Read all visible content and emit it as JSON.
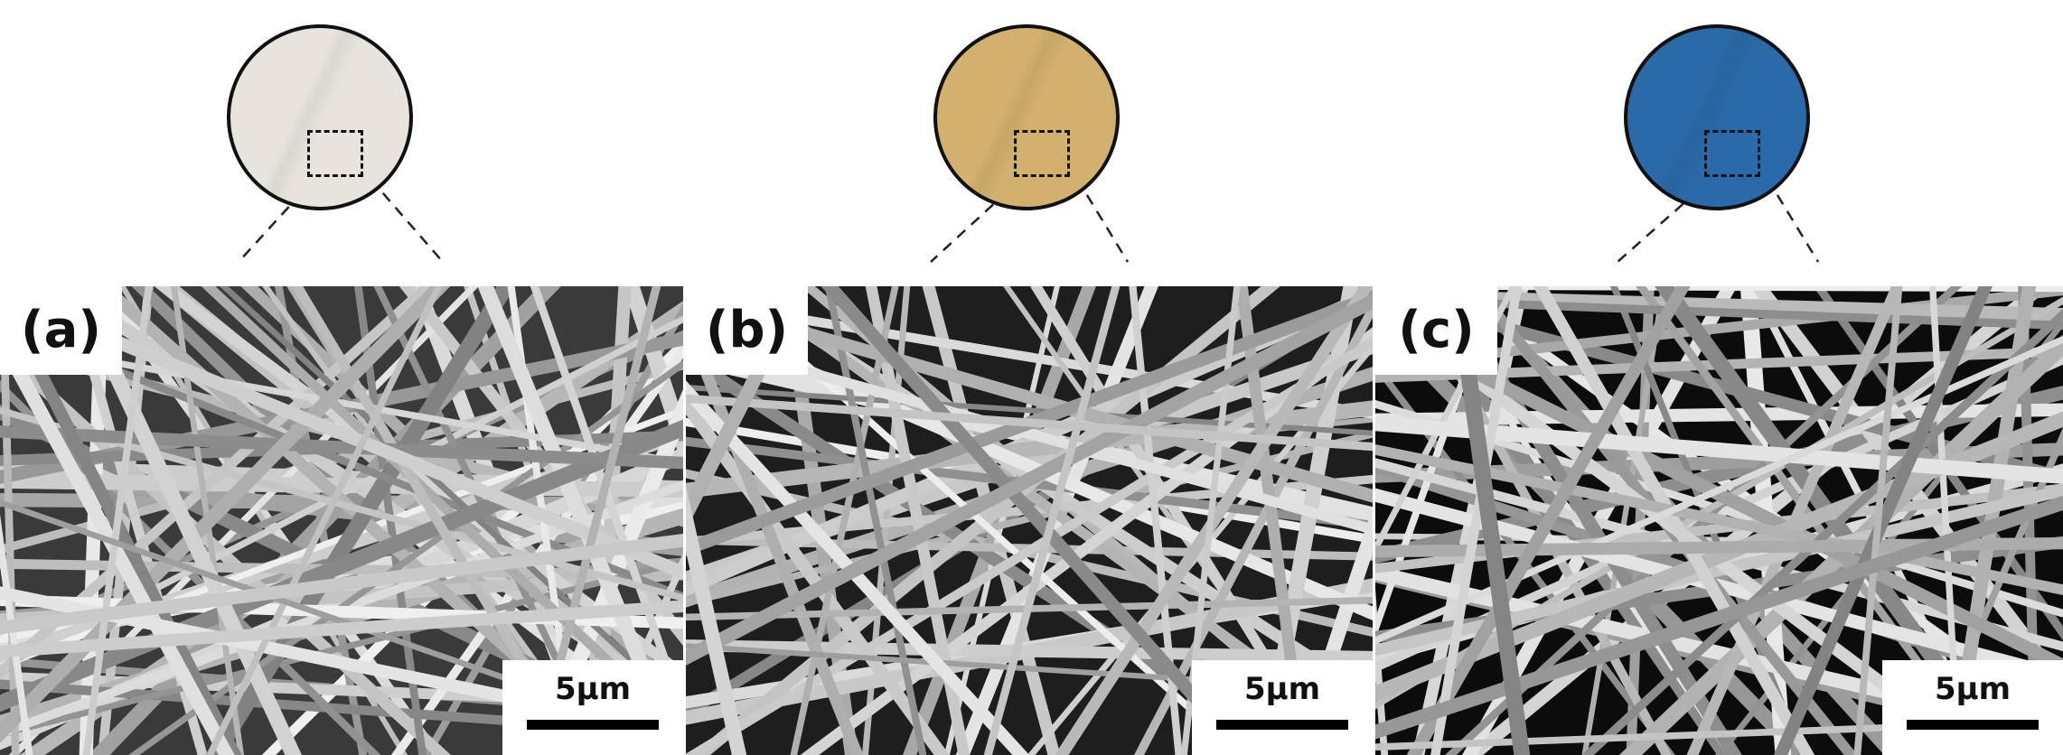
{
  "panels": [
    {
      "label": "(a)",
      "scale_text": "5μm",
      "photo_color": "#e6e4dd",
      "bg": "#3a3a3a",
      "fiber_count": 90,
      "seed": 3
    },
    {
      "label": "(b)",
      "scale_text": "5μm",
      "photo_color": "#d2b06d",
      "bg": "#1e1e1e",
      "fiber_count": 60,
      "seed": 7
    },
    {
      "label": "(c)",
      "scale_text": "5μm",
      "photo_color": "#2a6aa8",
      "bg": "#0c0c0c",
      "fiber_count": 70,
      "seed": 11
    }
  ]
}
